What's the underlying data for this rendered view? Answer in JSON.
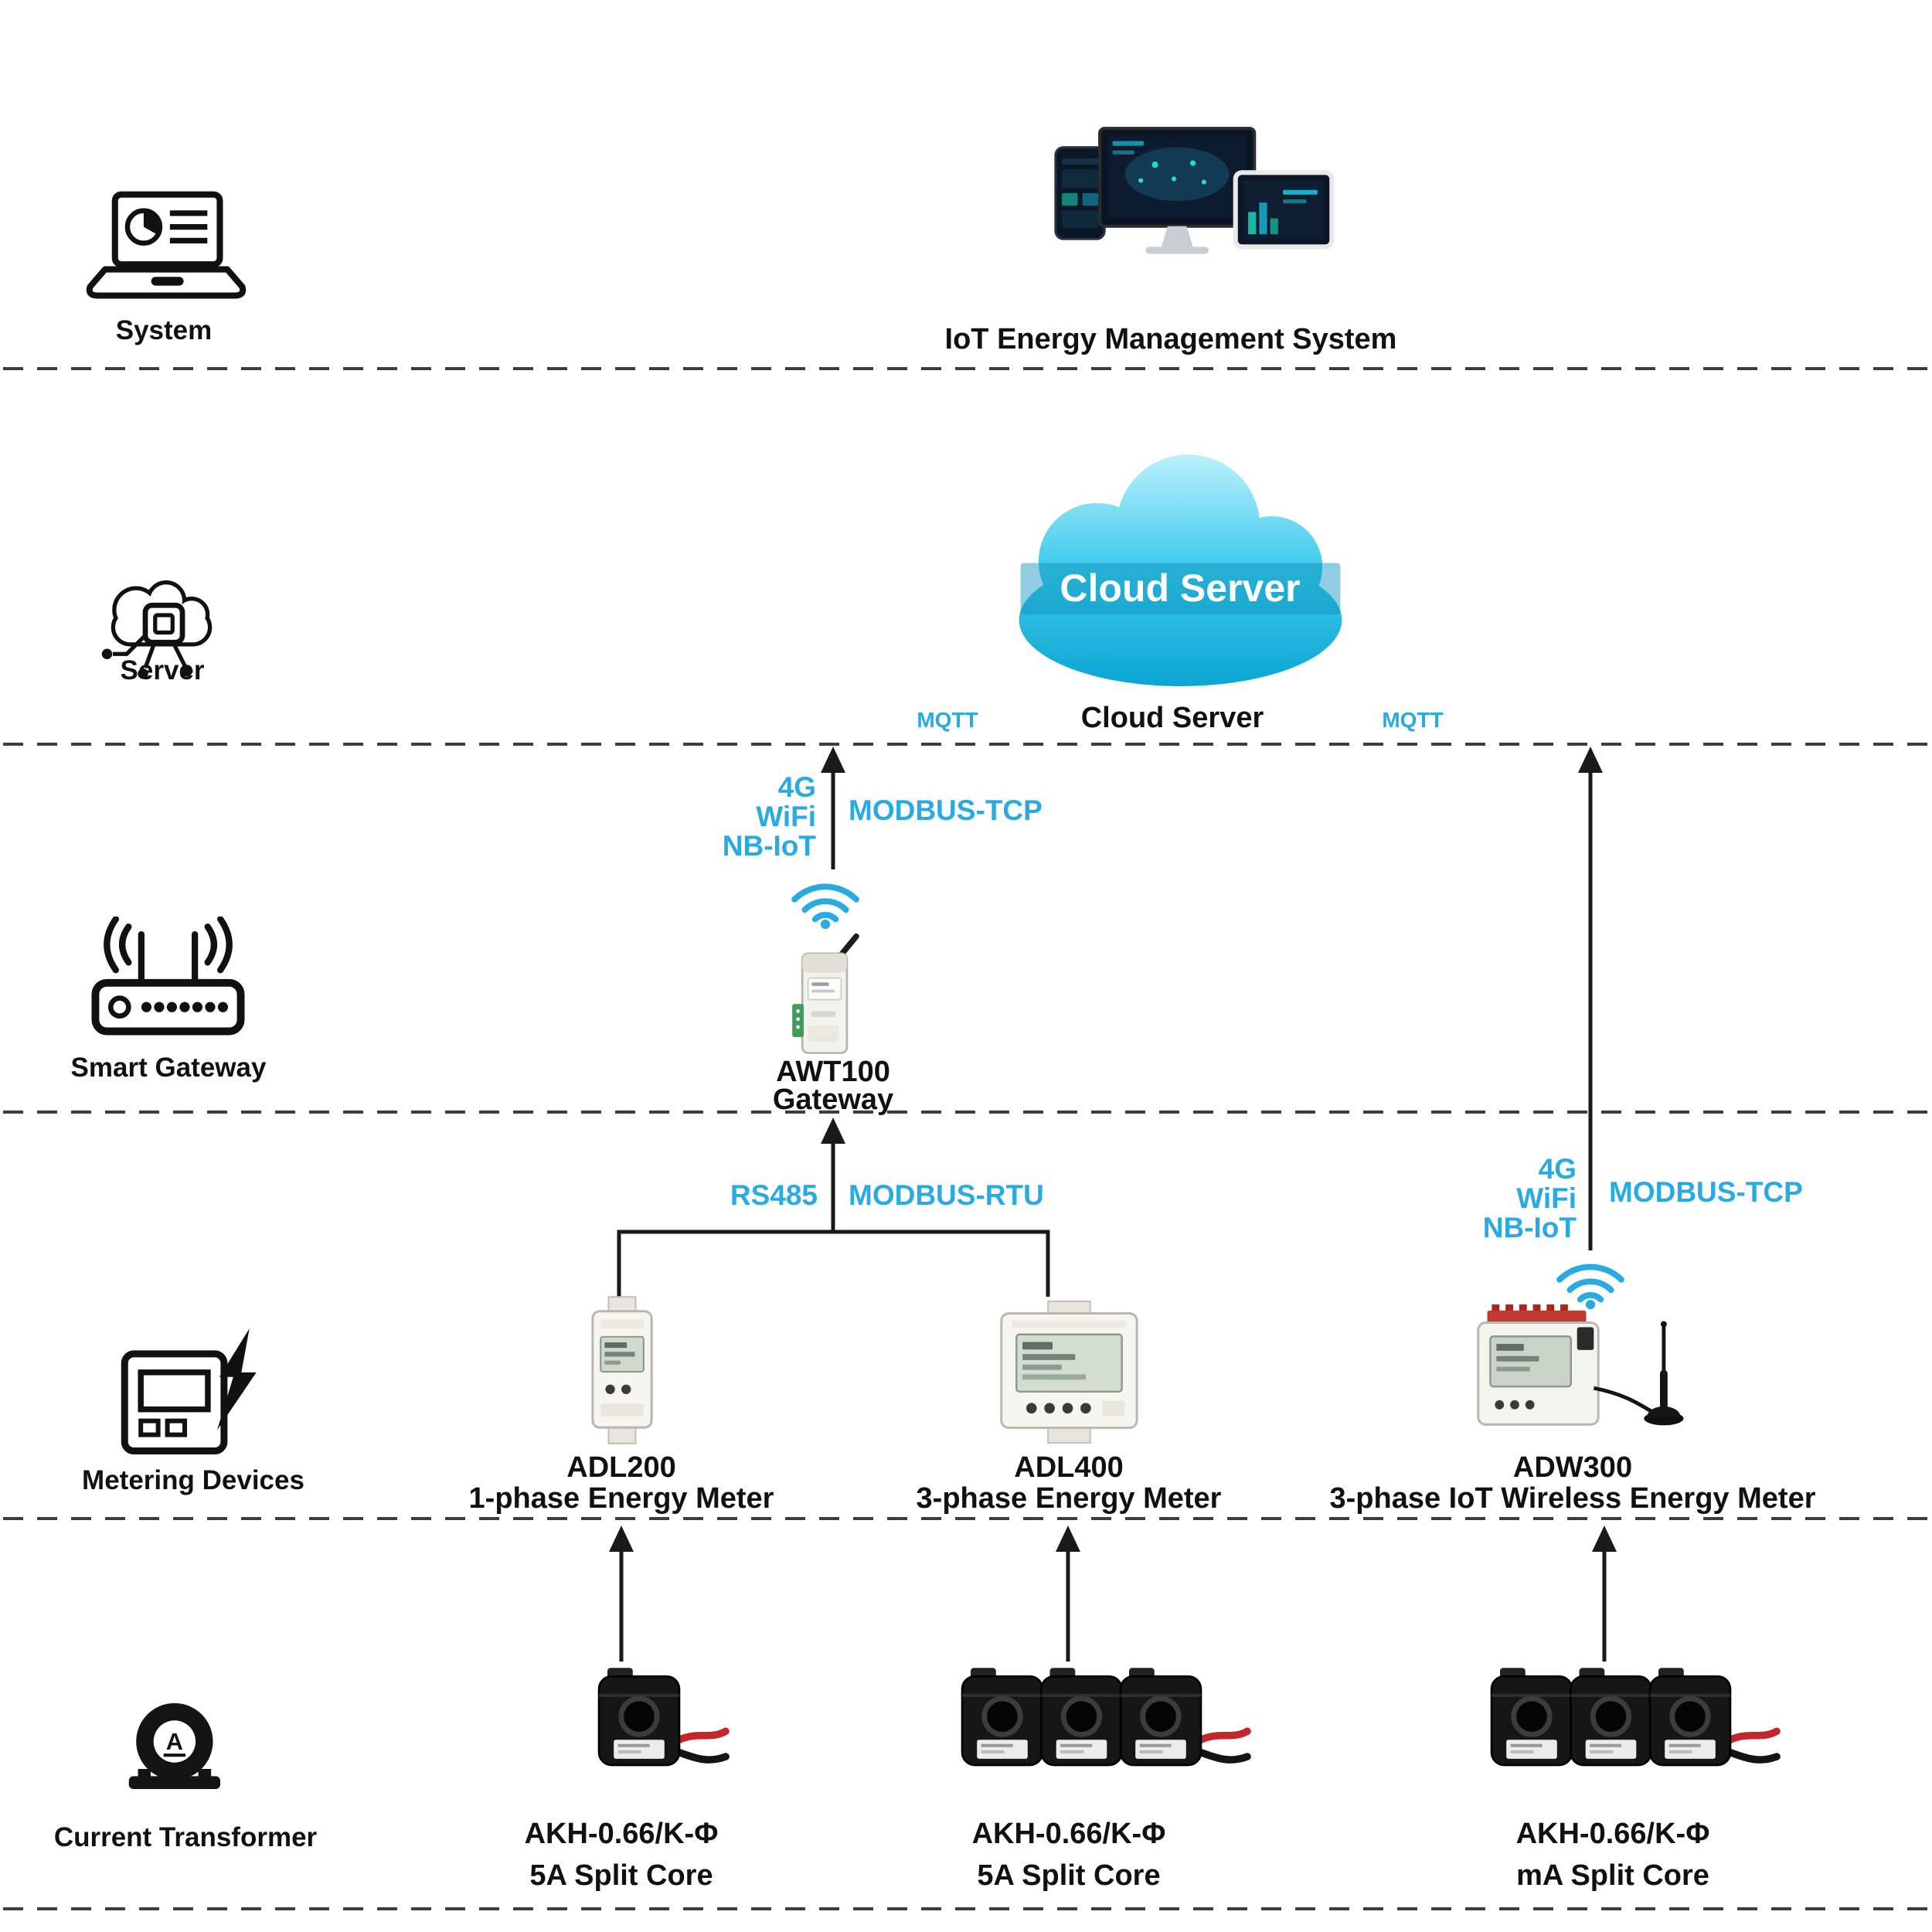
{
  "colors": {
    "accent": "#29ABE2",
    "line": "#1A1A1A",
    "cloud": "#2FC1E6"
  },
  "layers": {
    "system": "System",
    "server": "Server",
    "smart_gateway": "Smart Gateway",
    "metering_devices": "Metering Devices",
    "current_transformer": "Current Transformer"
  },
  "ems": {
    "label": "IoT Energy Management System"
  },
  "cloud": {
    "banner": "Cloud Server",
    "caption": "Cloud Server",
    "mqtt_left": "MQTT",
    "mqtt_right": "MQTT"
  },
  "gateway": {
    "name": "AWT100",
    "role": "Gateway",
    "uplink": {
      "line1": "4G",
      "line2": "WiFi",
      "line3": "NB-IoT",
      "protocol": "MODBUS-TCP"
    },
    "downlink": {
      "bus": "RS485",
      "protocol": "MODBUS-RTU"
    }
  },
  "adw300_uplink": {
    "line1": "4G",
    "line2": "WiFi",
    "line3": "NB-IoT",
    "protocol": "MODBUS-TCP"
  },
  "meters": [
    {
      "name": "ADL200",
      "desc": "1-phase Energy Meter"
    },
    {
      "name": "ADL400",
      "desc": "3-phase Energy Meter"
    },
    {
      "name": "ADW300",
      "desc": "3-phase IoT Wireless Energy Meter"
    }
  ],
  "transformers": [
    {
      "name": "AKH-0.66/K-Φ",
      "desc": "5A Split Core"
    },
    {
      "name": "AKH-0.66/K-Φ",
      "desc": "5A Split Core"
    },
    {
      "name": "AKH-0.66/K-Φ",
      "desc": "mA Split Core"
    }
  ]
}
